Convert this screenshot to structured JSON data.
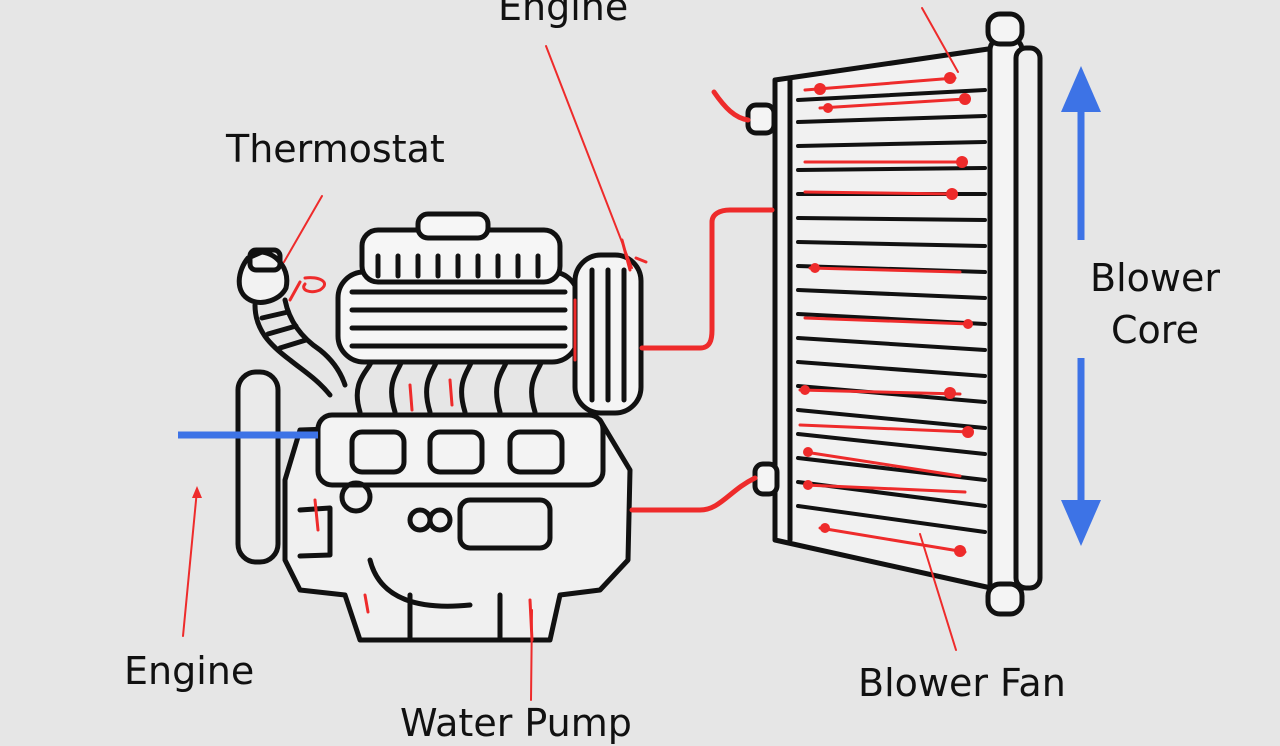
{
  "labels": {
    "engine_top": "Engine",
    "thermostat": "Thermostat",
    "blower_core_line1": "Blower",
    "blower_core_line2": "Core",
    "engine_bottom": "Engine",
    "blower_fan": "Blower Fan",
    "water_pump_partial": "Water Pump"
  },
  "colors": {
    "background": "#e6e6e6",
    "outline": "#111111",
    "hot_coolant": "#ee2b2b",
    "airflow": "#3d73e6"
  },
  "icons": {
    "engine": "engine-block-drawing",
    "radiator": "radiator-core-drawing",
    "airflow_arrows": "vertical-double-arrow"
  }
}
